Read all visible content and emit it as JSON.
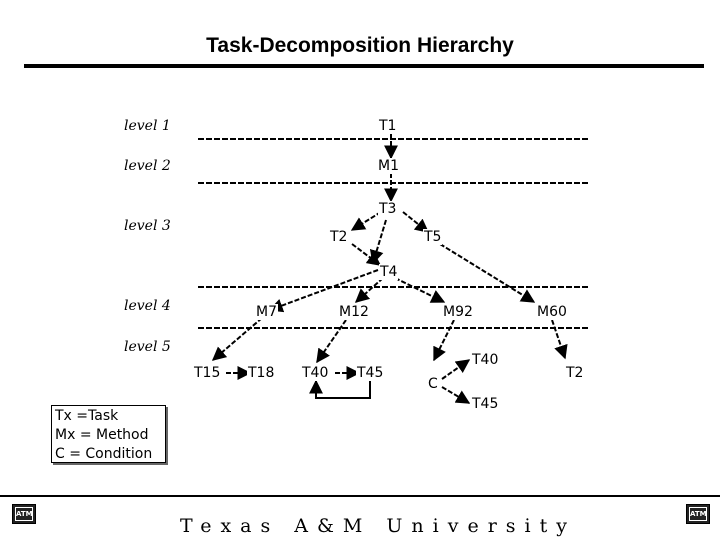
{
  "title": "Task-Decomposition Hierarchy",
  "levels": [
    "level 1",
    "level 2",
    "level 3",
    "level 4",
    "level 5"
  ],
  "nodes": {
    "t1": "T1",
    "m1": "M1",
    "t3": "T3",
    "t2_l3": "T2",
    "t5": "T5",
    "t4": "T4",
    "m7": "M7",
    "m12": "M12",
    "m92": "M92",
    "m60": "M60",
    "t15": "T15",
    "t18": "T18",
    "t40_a": "T40",
    "t45_a": "T45",
    "c": "C",
    "t40_b": "T40",
    "t45_b": "T45",
    "t2_l5": "T2"
  },
  "legend": [
    "Tx =Task",
    "Mx = Method",
    "C = Condition"
  ],
  "footer": {
    "university": "Texas A&M University",
    "logo_left": "ATM",
    "logo_right": "ATM"
  }
}
